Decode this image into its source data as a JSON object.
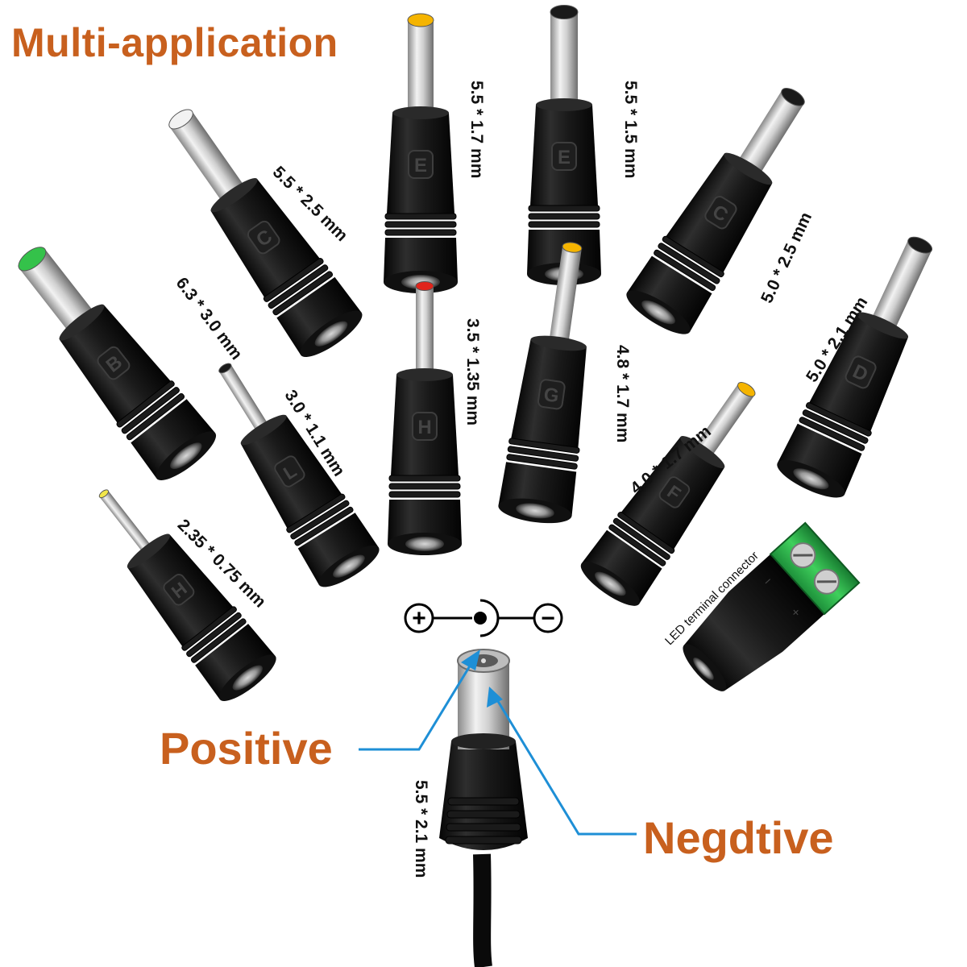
{
  "title": "Multi-application",
  "polarity": {
    "positive": "Positive",
    "negative": "Negdtive",
    "symbol_plus": "+",
    "symbol_minus": "−"
  },
  "colors": {
    "title": "#c8601e",
    "arrows": "#1e8fd6",
    "body": "#141414"
  },
  "main_plug": {
    "size": "5.5 * 2.1 mm"
  },
  "led_connector": {
    "label": "LED terminal connector"
  },
  "tips": [
    {
      "letter": "B",
      "size": "6.3 * 3.0 mm",
      "tip_color": "#34c24a"
    },
    {
      "letter": "C",
      "size": "5.5 * 2.5 mm",
      "tip_color": "#f2f2f2"
    },
    {
      "letter": "E",
      "size": "5.5 * 1.7 mm",
      "tip_color": "#f5b400"
    },
    {
      "letter": "E",
      "size": "5.5 * 1.5 mm",
      "tip_color": "#1a1a1a"
    },
    {
      "letter": "C",
      "size": "5.0 * 2.5 mm",
      "tip_color": "#1a1a1a"
    },
    {
      "letter": "L",
      "size": "3.0 * 1.1 mm",
      "tip_color": "#1a1a1a"
    },
    {
      "letter": "H",
      "size": "3.5 * 1.35 mm",
      "tip_color": "#e0241b"
    },
    {
      "letter": "G",
      "size": "4.8 * 1.7 mm",
      "tip_color": "#f5b400"
    },
    {
      "letter": "D",
      "size": "5.0 * 2.1 mm",
      "tip_color": "#1a1a1a"
    },
    {
      "letter": "H",
      "size": "2.35 * 0.75 mm",
      "tip_color": "#f2e64a"
    },
    {
      "letter": "F",
      "size": "4.0 * 1.7 mm",
      "tip_color": "#f5b400"
    }
  ]
}
